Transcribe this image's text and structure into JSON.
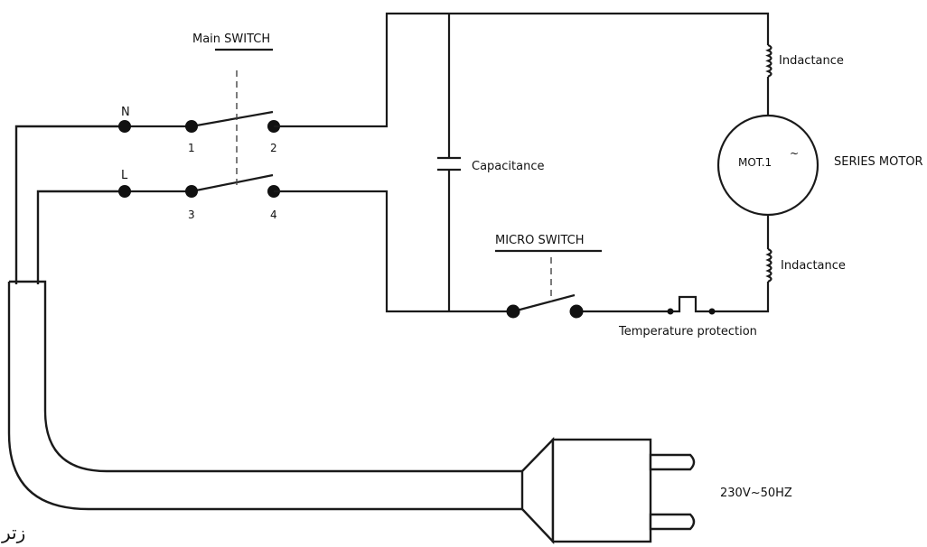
{
  "labels": {
    "main_switch": "Main SWITCH",
    "neutral": "N",
    "line": "L",
    "terminal_1": "1",
    "terminal_2": "2",
    "terminal_3": "3",
    "terminal_4": "4",
    "capacitance": "Capacitance",
    "micro_switch": "MICRO SWITCH",
    "temperature_protection": "Temperature protection",
    "inductance_top": "Indactance",
    "inductance_bottom": "Indactance",
    "motor_id": "MOT.1",
    "motor_symbol": "~",
    "series_motor": "SERIES MOTOR",
    "voltage": "230V~50HZ",
    "corner_text": "زتر"
  }
}
